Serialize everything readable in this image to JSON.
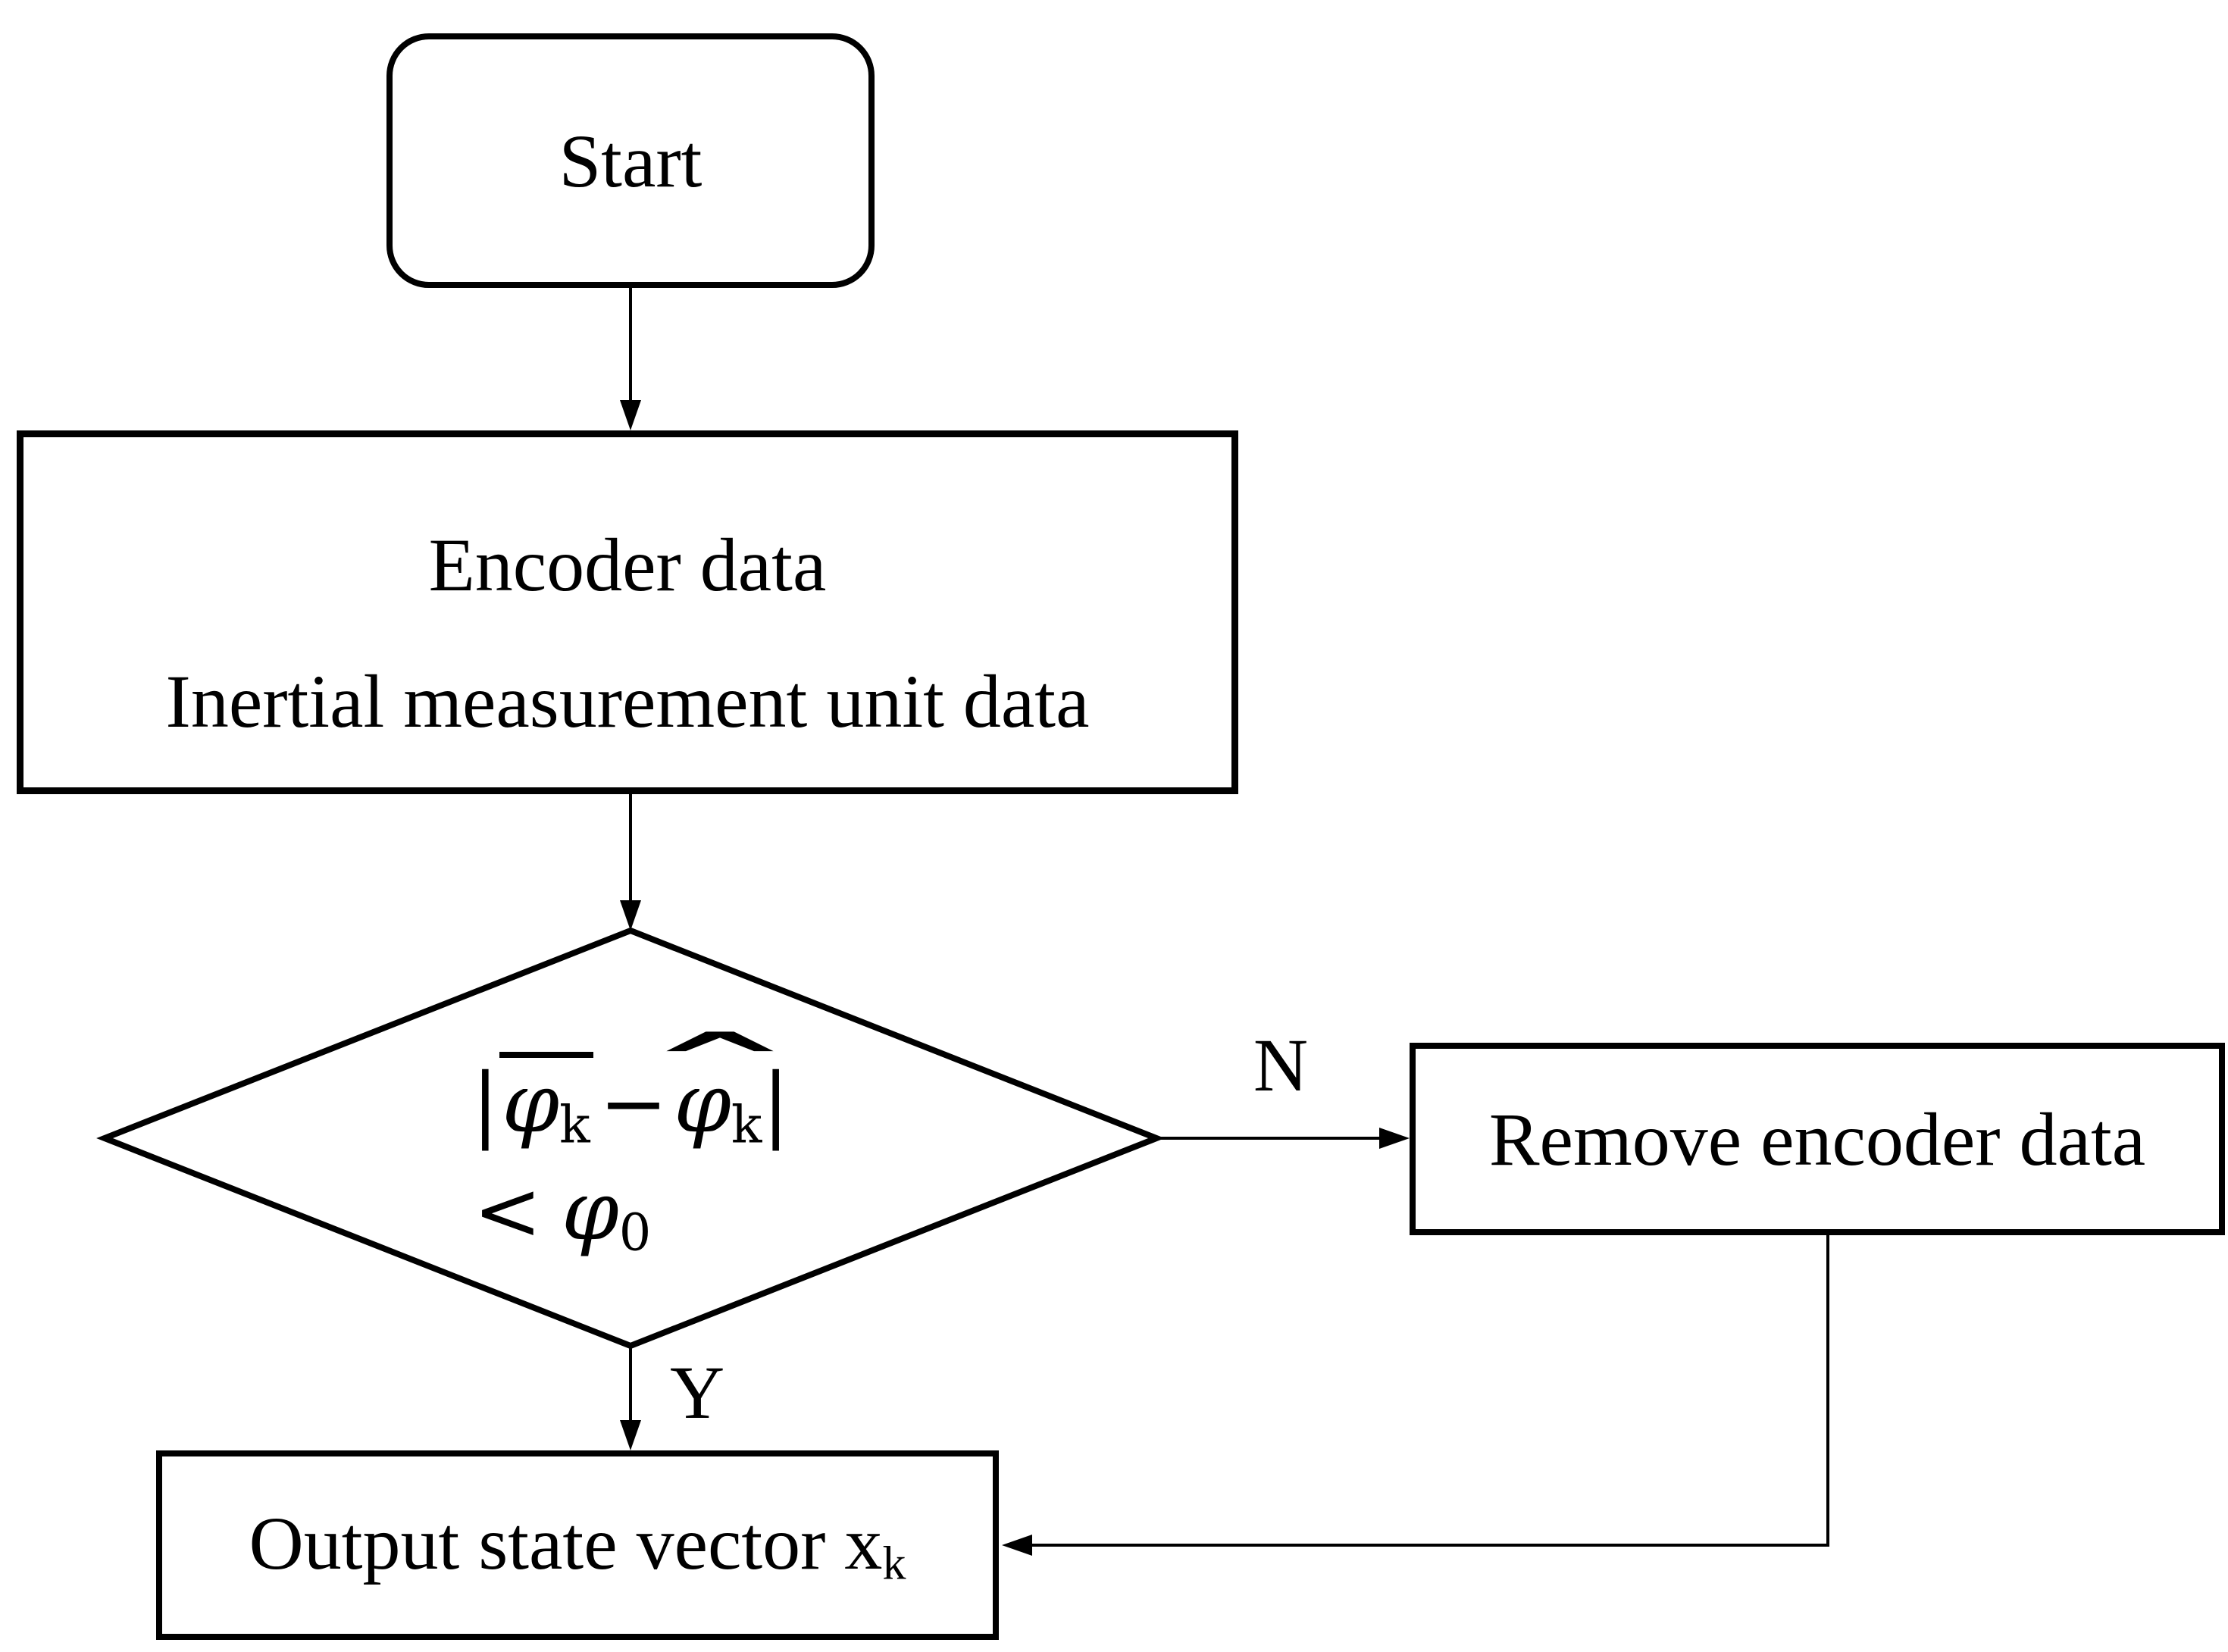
{
  "colors": {
    "stroke": "#000000",
    "background": "#ffffff"
  },
  "nodes": {
    "start": {
      "label": "Start"
    },
    "input": {
      "line1": "Encoder data",
      "line2": "Inertial measurement unit data"
    },
    "decision": {
      "formula": {
        "abs_left": "|",
        "phi_mean": "φ",
        "mean_sub": "k",
        "minus": "−",
        "hat_accent": "ˆ",
        "phi_est": "φ",
        "est_sub": "k",
        "abs_right": "|",
        "less_than": "<",
        "phi_threshold": "φ",
        "threshold_sub": "0"
      }
    },
    "remove": {
      "label": "Remove encoder data"
    },
    "output": {
      "label": "Output state vector x",
      "sub": "k"
    }
  },
  "edges": {
    "no_label": "N",
    "yes_label": "Y"
  }
}
